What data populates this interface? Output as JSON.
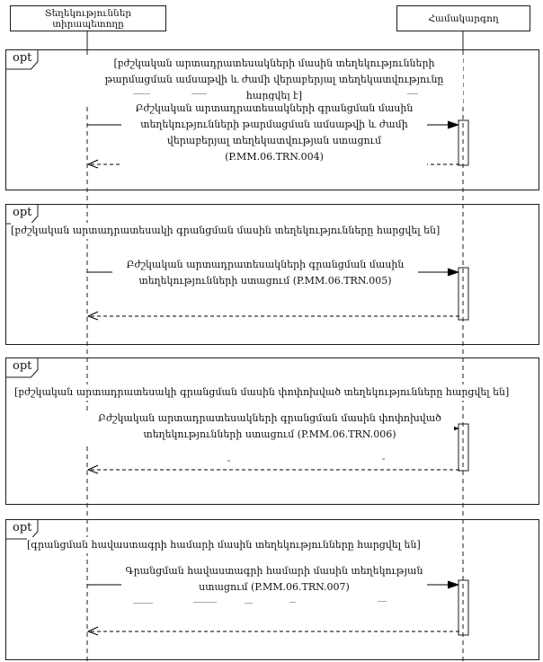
{
  "diagram": {
    "title": "Sequence diagram — medical device registration information transactions",
    "colors": {
      "line": "#000000",
      "text": "#111111",
      "background": "#ffffff"
    },
    "actors": [
      {
        "name": "Տեղեկություններ տիրապետողը"
      },
      {
        "name": "Համակարգող"
      }
    ],
    "fragments": [
      {
        "operator": "opt",
        "guard": "[բժշկական արտադրատեսակների մասին տեղեկությունների թարմացման ամսաթվի և ժամի վերաբերյալ տեղեկատվությունը հարցվել է]",
        "message": "Բժշկական արտադրատեսակների գրանցման մասին տեղեկությունների թարմացման ամսաթվի և ժամի վերաբերյալ տեղեկատվության ստացում (P.MM.06.TRN.004)"
      },
      {
        "operator": "opt",
        "guard": "[բժշկական արտադրատեսակի գրանցման մասին տեղեկությունները հարցվել են]",
        "message": "Բժշկական արտադրատեսակների գրանցման մասին տեղեկությունների ստացում (P.MM.06.TRN.005)"
      },
      {
        "operator": "opt",
        "guard": "[բժշկական արտադրատեսակի գրանցման մասին փոփոխված տեղեկությունները հարցվել են]",
        "message": "Բժշկական արտադրատեսակների գրանցման մասին փոփոխված տեղեկությունների ստացում (P.MM.06.TRN.006)"
      },
      {
        "operator": "opt",
        "guard": "[գրանցման հավաստագրի համարի մասին տեղեկությունները հարցվել են]",
        "message": "Գրանցման հավաստագրի համարի մասին տեղեկության ստացում (P.MM.06.TRN.007)"
      }
    ]
  }
}
